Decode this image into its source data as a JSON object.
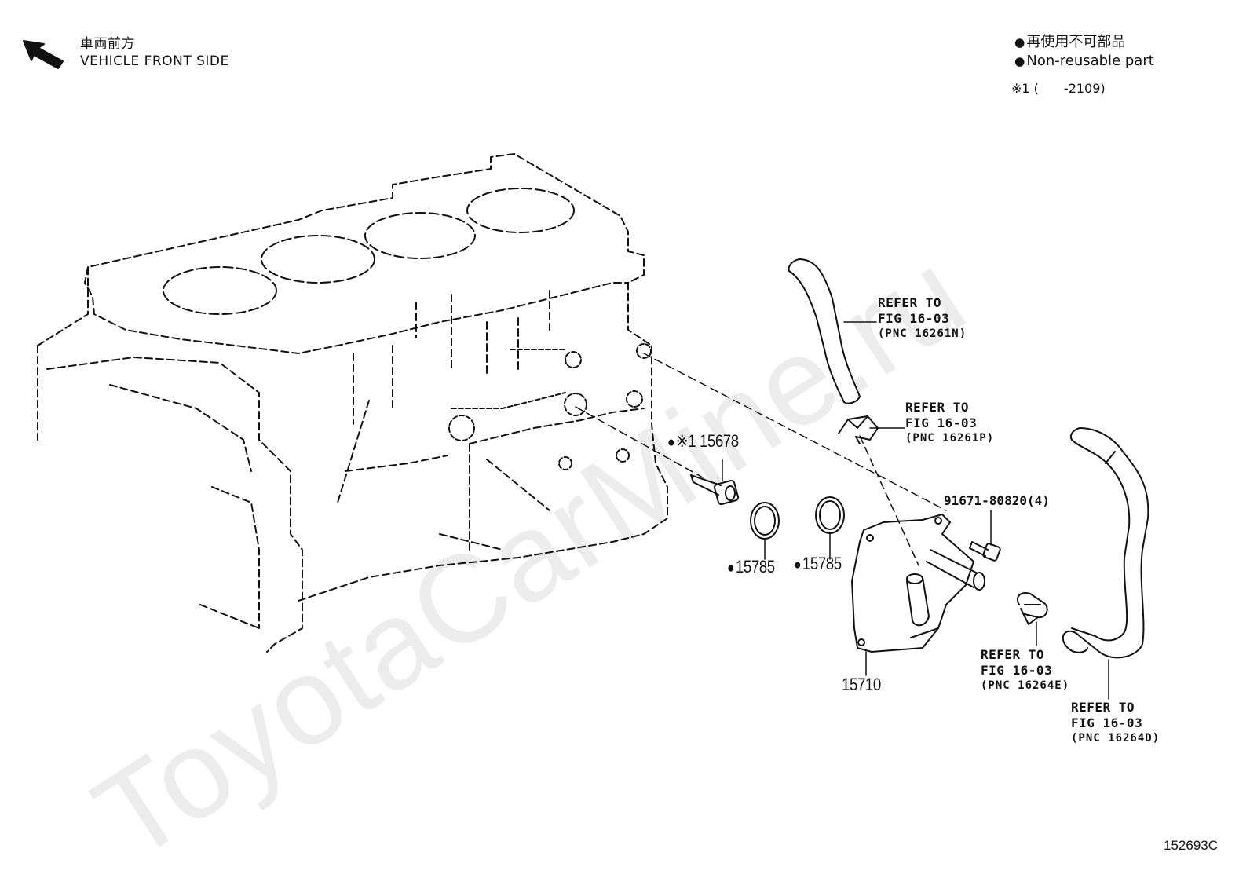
{
  "header": {
    "direction_jp": "車両前方",
    "direction_en": "VEHICLE FRONT SIDE"
  },
  "legend": {
    "non_reusable_jp": "再使用不可部品",
    "non_reusable_en": "Non-reusable part",
    "note1": "※1 (　　-2109)"
  },
  "watermark": "ToyotaCarMine.ru",
  "callouts": [
    {
      "line1": "REFER TO",
      "line2": "FIG 16-03",
      "line3": "(PNC 16261N)"
    },
    {
      "line1": "REFER TO",
      "line2": "FIG 16-03",
      "line3": "(PNC 16261P)"
    },
    {
      "line1": "REFER TO",
      "line2": "FIG 16-03",
      "line3": "(PNC 16264E)"
    },
    {
      "line1": "REFER TO",
      "line2": "FIG 16-03",
      "line3": "(PNC 16264D)"
    }
  ],
  "parts": {
    "p15678": "※1 15678",
    "p15785a": "15785",
    "p15785b": "15785",
    "p91671": "91671-80820(4)",
    "p15710": "15710"
  },
  "diagram_code": "152693C",
  "colors": {
    "line": "#111111",
    "watermark": "#ececec"
  }
}
